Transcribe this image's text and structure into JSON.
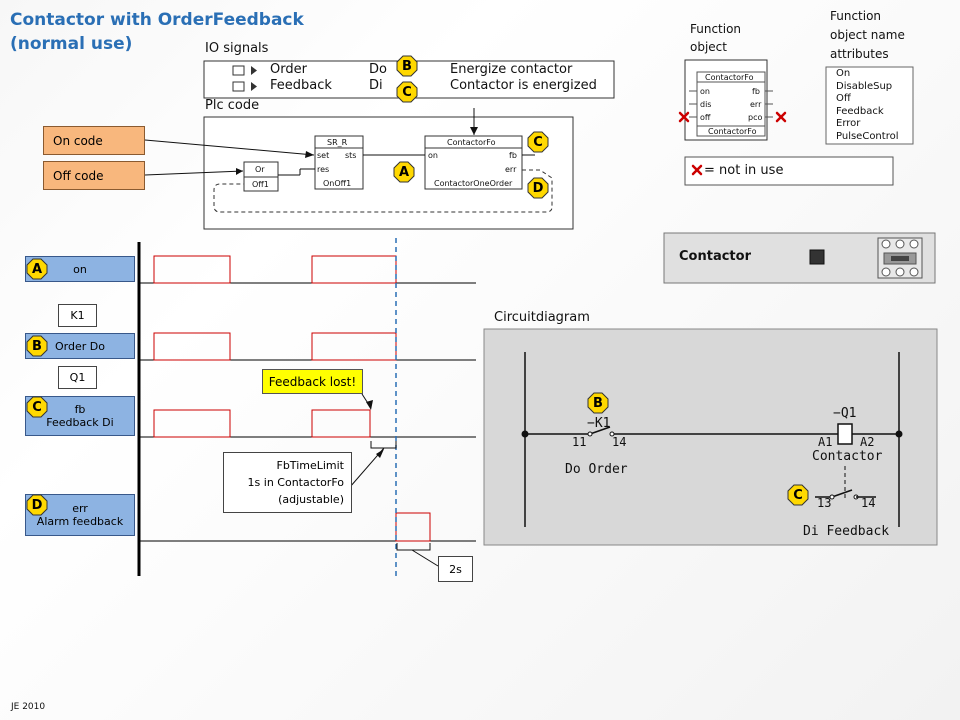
{
  "title_line1": "Contactor with OrderFeedback",
  "title_line2": "(normal use)",
  "io_signals": {
    "heading": "IO signals",
    "rows": [
      {
        "name": "Order",
        "type": "Do",
        "desc": "Energize contactor",
        "badge": "B"
      },
      {
        "name": "Feedback",
        "type": "Di",
        "desc": "Contactor is energized",
        "badge": "C"
      }
    ]
  },
  "plc": {
    "heading": "Plc code",
    "on_code": "On code",
    "off_code": "Off code",
    "sr_block": {
      "title": "SR_R",
      "in1": "set",
      "in2": "res",
      "out1": "sts",
      "name": "OnOff1"
    },
    "or_block": {
      "title": "Or",
      "name": "Off1"
    },
    "fo_block": {
      "title": "ContactorFo",
      "in1": "on",
      "out1": "fb",
      "out2": "err",
      "name": "ContactorOneOrder"
    },
    "badges": [
      "A",
      "C",
      "D"
    ]
  },
  "function_object": {
    "heading_line1": "Function",
    "heading_line2": "object",
    "block_title": "ContactorFo",
    "left_pins": [
      "on",
      "dis",
      "off"
    ],
    "right_pins": [
      "fb",
      "err",
      "pco"
    ],
    "footer": "ContactorFo"
  },
  "attributes": {
    "heading_line1": "Function",
    "heading_line2": "object name",
    "heading_line3": "attributes",
    "items": [
      "On",
      "DisableSup",
      "Off",
      "Feedback",
      "Error",
      "PulseControl"
    ]
  },
  "legend_not_in_use": "= not in use",
  "device": {
    "label": "Contactor"
  },
  "timing": {
    "signals": [
      {
        "badge": "A",
        "line1": "on",
        "line2": ""
      },
      {
        "badge": "B",
        "line1": "Order  Do",
        "line2": ""
      },
      {
        "badge": "C",
        "line1": "fb",
        "line2": "Feedback Di"
      },
      {
        "badge": "D",
        "line1": "err",
        "line2": "Alarm feedback"
      }
    ],
    "tag_k1": "K1",
    "tag_q1": "Q1",
    "feedback_lost": "Feedback lost!",
    "fbtime_line1": "FbTimeLimit",
    "fbtime_line2": "1s in ContactorFo",
    "fbtime_line3": "(adjustable)",
    "delay": "2s"
  },
  "circuit": {
    "heading": "Circuitdiagram",
    "k1_label": "−K1",
    "k1_pins_left": "11",
    "k1_pins_right": "14",
    "do_order": "Do  Order",
    "q1_label": "−Q1",
    "a1": "A1",
    "a2": "A2",
    "contactor": "Contactor",
    "c13": "13",
    "c14": "14",
    "di_feedback": "Di  Feedback",
    "badges": [
      "B",
      "C"
    ]
  },
  "footer": "JE 2010",
  "colors": {
    "title": "#2a6fb5",
    "signal": "#cc0000",
    "cursor": "#2a6fb5",
    "badge": "#ffd800"
  }
}
